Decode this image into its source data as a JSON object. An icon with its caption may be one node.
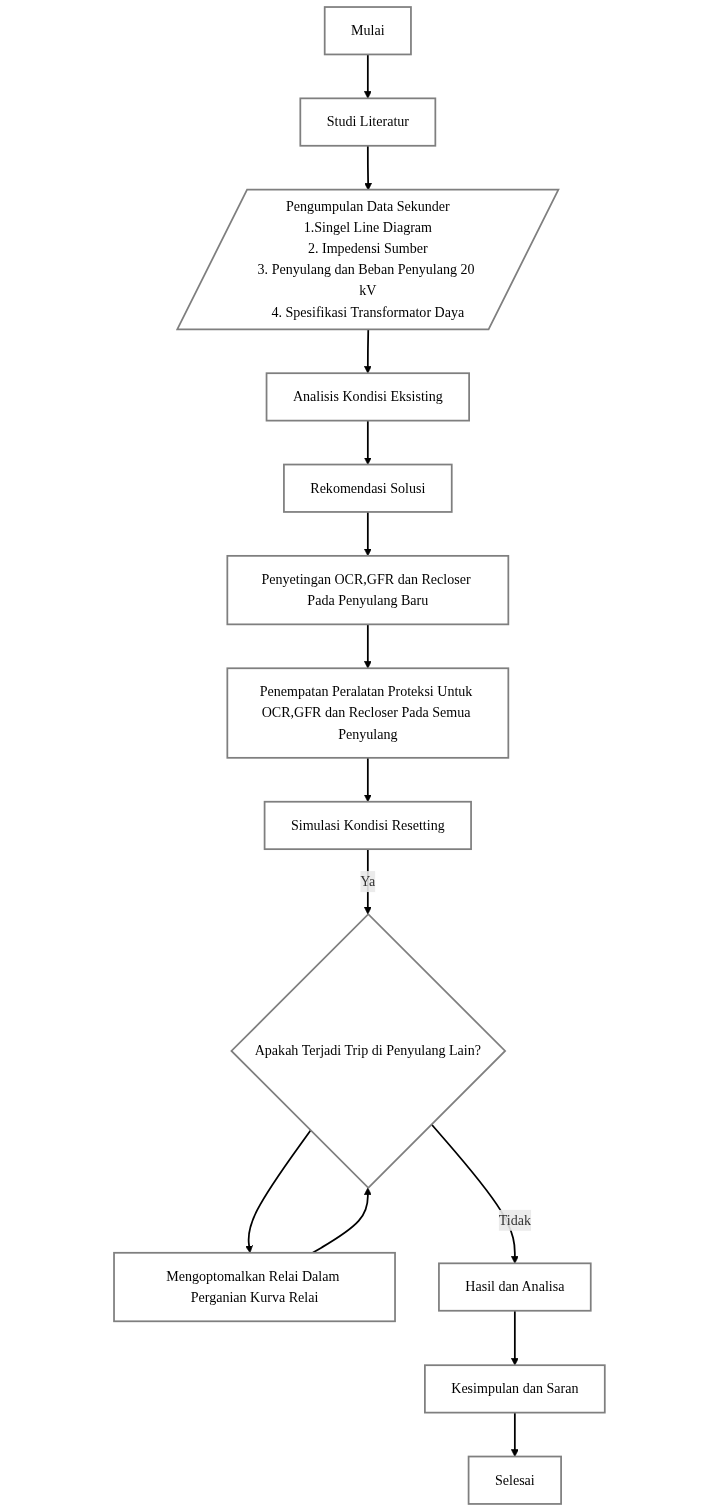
{
  "diagram": {
    "nodes": [
      {
        "text": [
          "Mulai"
        ]
      },
      {
        "text": [
          "Studi Literatur"
        ]
      },
      {
        "text": [
          "Pengumpulan Data Sekunder",
          "1.Singel Line Diagram",
          "2. Impedensi Sumber",
          "3. Penyulang dan Beban Penyulang 20 kV",
          "4. Spesifikasi Transformator Daya"
        ]
      },
      {
        "text": [
          "Analisis Kondisi Eksisting"
        ]
      },
      {
        "text": [
          "Rekomendasi Solusi"
        ]
      },
      {
        "text": [
          "Penyetingan OCR,GFR dan Recloser Pada Penyulang Baru"
        ]
      },
      {
        "text": [
          "Penempatan Peralatan Proteksi Untuk OCR,GFR dan Recloser Pada Semua Penyulang"
        ]
      },
      {
        "text": [
          "Simulasi Kondisi Resetting"
        ]
      },
      {
        "text": [
          "Apakah Terjadi Trip di Penyulang Lain?"
        ]
      },
      {
        "text": [
          "Mengoptomalkan Relai Dalam Perganian Kurva Relai"
        ]
      },
      {
        "text": [
          "Hasil dan Analisa"
        ]
      },
      {
        "text": [
          "Kesimpulan dan Saran"
        ]
      },
      {
        "text": [
          "Selesai"
        ]
      }
    ],
    "edges": [
      {
        "from": 0,
        "to": 1,
        "arrow": "to"
      },
      {
        "from": 1,
        "to": 2,
        "arrow": "to"
      },
      {
        "from": 2,
        "to": 3,
        "arrow": "to"
      },
      {
        "from": 3,
        "to": 4,
        "arrow": "to"
      },
      {
        "from": 4,
        "to": 5,
        "arrow": "to"
      },
      {
        "from": 5,
        "to": 6,
        "arrow": "to"
      },
      {
        "from": 6,
        "to": 7,
        "arrow": "to"
      },
      {
        "from": 7,
        "to": 8,
        "label": "Ya",
        "arrow": "to"
      },
      {
        "from": 8,
        "to": 9,
        "arrow": "to"
      },
      {
        "from": 9,
        "to": 8,
        "arrow": "to"
      },
      {
        "from": 8,
        "to": 10,
        "label": "Tidak",
        "arrow": "to"
      },
      {
        "from": 10,
        "to": 11,
        "arrow": "to"
      },
      {
        "from": 11,
        "to": 12,
        "arrow": "to"
      }
    ]
  }
}
